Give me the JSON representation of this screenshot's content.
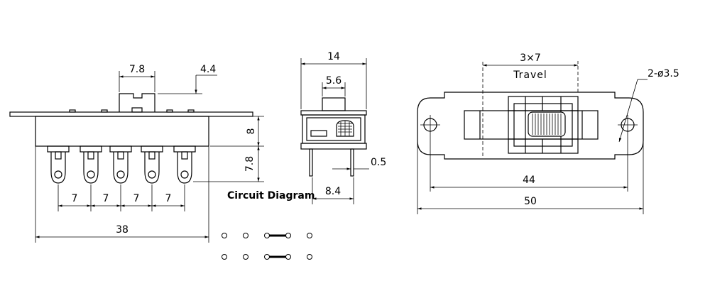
{
  "side_view": {
    "top_gap": "7.8",
    "actuator_height": "4.4",
    "body_height": "8",
    "terminal_length": "7.8",
    "pitch": [
      "7",
      "7",
      "7",
      "7"
    ],
    "overall_width": "38"
  },
  "end_view": {
    "width": "14",
    "actuator_width": "5.6",
    "pin_thickness": "0.5",
    "pin_spacing": "8.4"
  },
  "top_view": {
    "travel_value": "3×7",
    "travel_label": "Travel",
    "hole_label": "2-ø3.5",
    "hole_pitch": "44",
    "overall_length": "50"
  },
  "circuit": {
    "label": "Circuit Diagram"
  }
}
